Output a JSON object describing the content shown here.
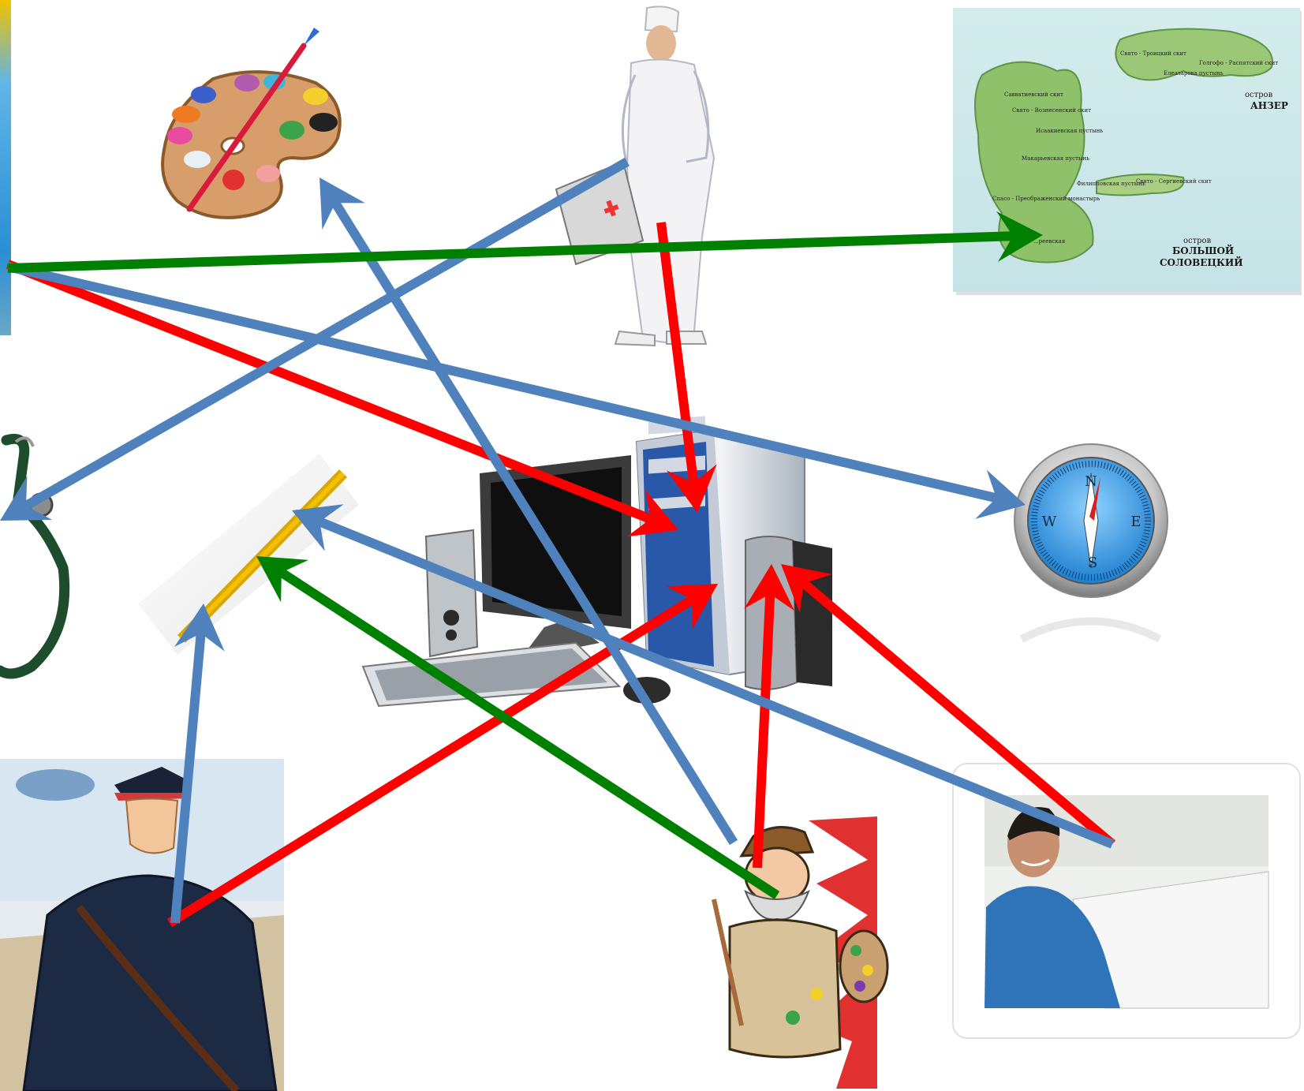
{
  "map": {
    "labels": [
      "Свято - Троицкий скит",
      "Голгофо - Распятский скит",
      "Елеазарова пустынь",
      "Савватиевский скит",
      "Свято - Вознесенский скит",
      "Исаакиевская пустынь",
      "Макарьевская пустынь",
      "Филипповская пустынь",
      "Свято - Сергиевский скит",
      "Спасо - Преображенский монастырь",
      "...реевская"
    ],
    "island_anzer": [
      "остров",
      "АНЗЕР"
    ],
    "island_bolshoy": [
      "остров",
      "БОЛЬШОЙ",
      "СОЛОВЕЦКИЙ"
    ]
  },
  "compass": {
    "letters": [
      "N",
      "E",
      "S",
      "W"
    ]
  },
  "arrow_colors": {
    "red": "#ff0000",
    "blue": "#4f81bd",
    "green": "#008000"
  }
}
